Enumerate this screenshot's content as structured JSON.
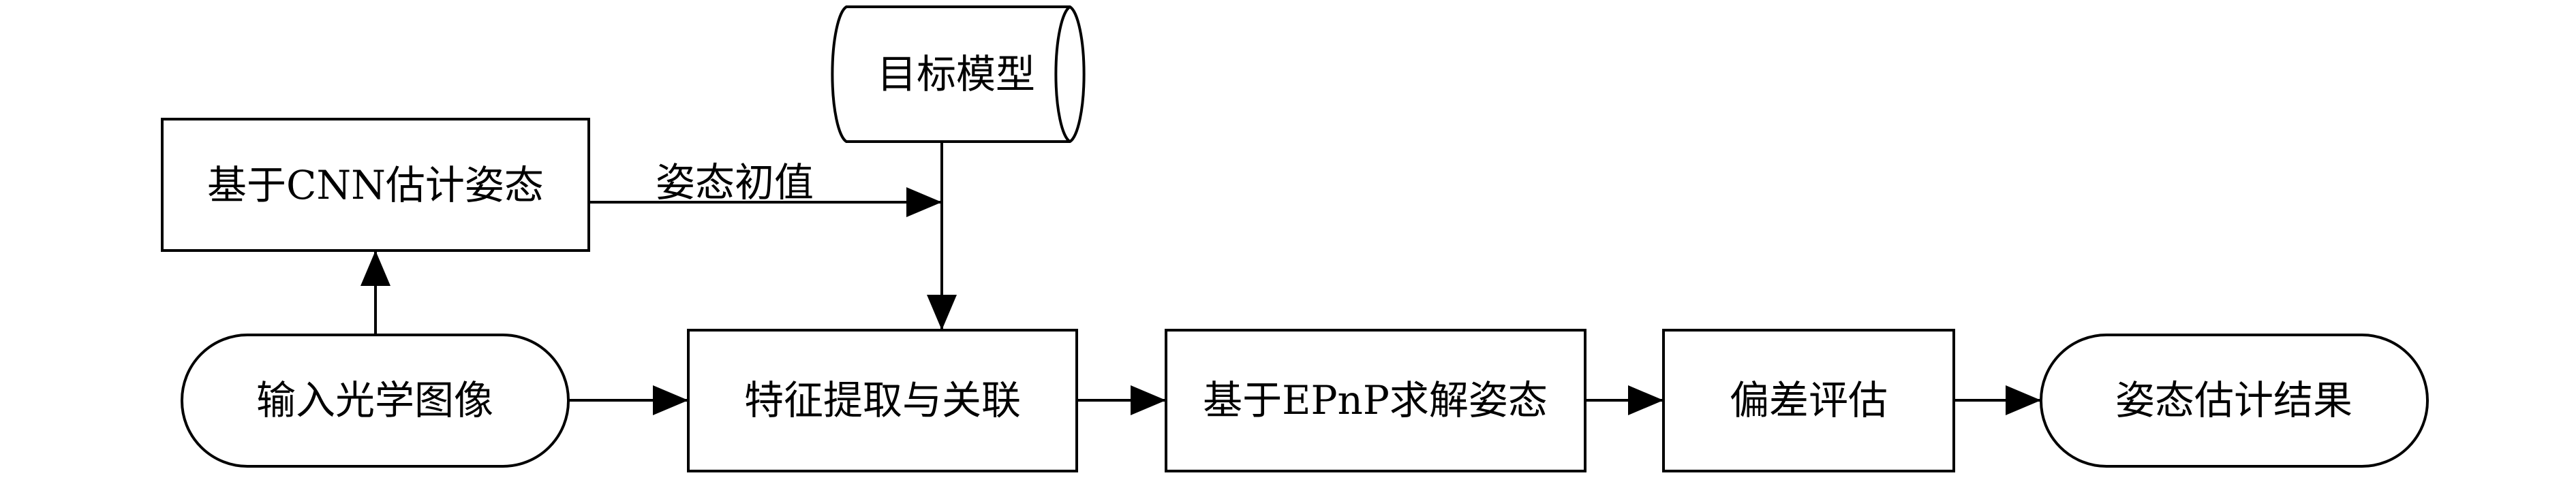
{
  "nodes": {
    "target_model": "目标模型",
    "cnn_estimate": "基于CNN估计姿态",
    "input_image": "输入光学图像",
    "feature_match": "特征提取与关联",
    "epnp_solve": "基于EPnP求解姿态",
    "bias_eval": "偏差评估",
    "result": "姿态估计结果"
  },
  "edges": {
    "initial_pose": "姿态初值"
  }
}
